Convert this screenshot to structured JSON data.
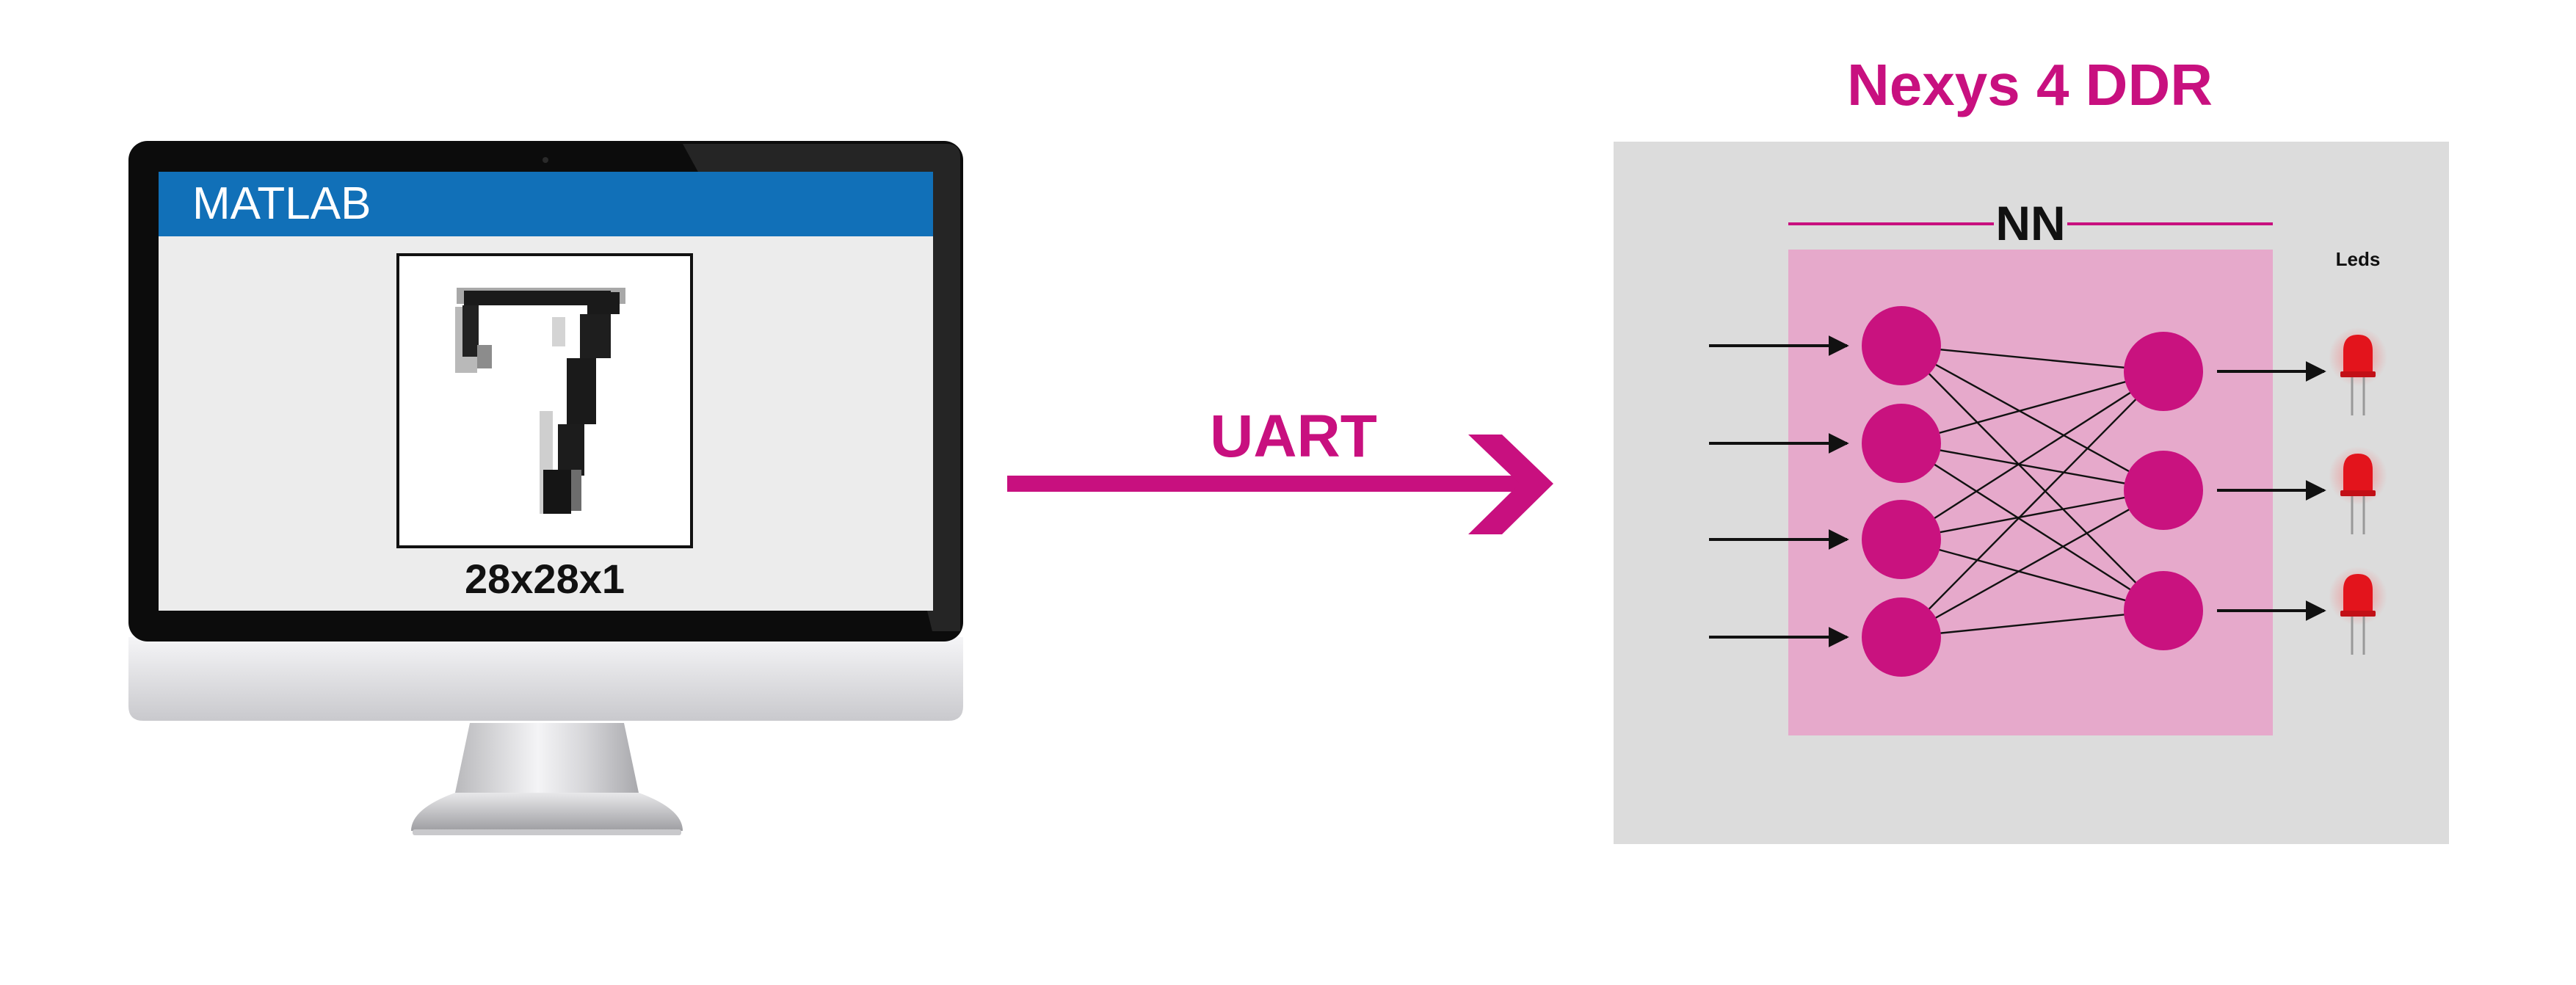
{
  "monitor": {
    "app_title": "MATLAB",
    "image_caption": "28x28x1",
    "digit": "7"
  },
  "link": {
    "label": "UART"
  },
  "board": {
    "title": "Nexys 4 DDR",
    "nn_label": "NN",
    "leds_label": "Leds"
  },
  "network": {
    "inputs": 4,
    "outputs": 3
  },
  "colors": {
    "magenta": "#c8107f",
    "node": "#c9127f",
    "nn_bg": "#e6a9cb",
    "board_bg": "#dcdcdc",
    "matlab_blue": "#1170b8",
    "led_red": "#e3141c"
  }
}
